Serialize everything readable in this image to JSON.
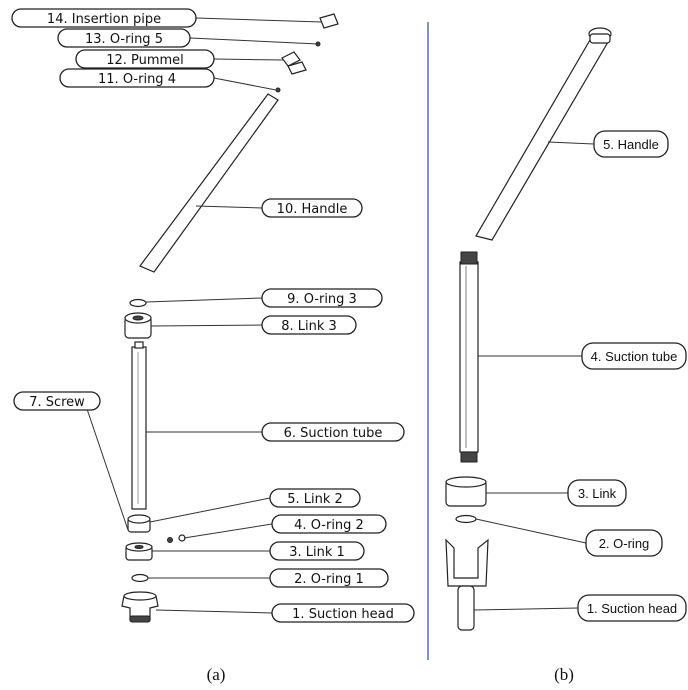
{
  "panel_a": {
    "caption": "(a)",
    "labels": [
      "14. Insertion pipe",
      "13. O-ring 5",
      "12. Pummel",
      "11. O-ring 4",
      "10. Handle",
      "9. O-ring 3",
      "8. Link 3",
      "7. Screw",
      "6. Suction tube",
      "5. Link 2",
      "4. O-ring 2",
      "3. Link 1",
      "2. O-ring 1",
      "1. Suction head"
    ]
  },
  "panel_b": {
    "caption": "(b)",
    "labels": [
      "5. Handle",
      "4. Suction tube",
      "3. Link",
      "2. O-ring",
      "1. Suction head"
    ]
  },
  "colors": {
    "divider": "#2b4f8f",
    "ink": "#222222"
  }
}
